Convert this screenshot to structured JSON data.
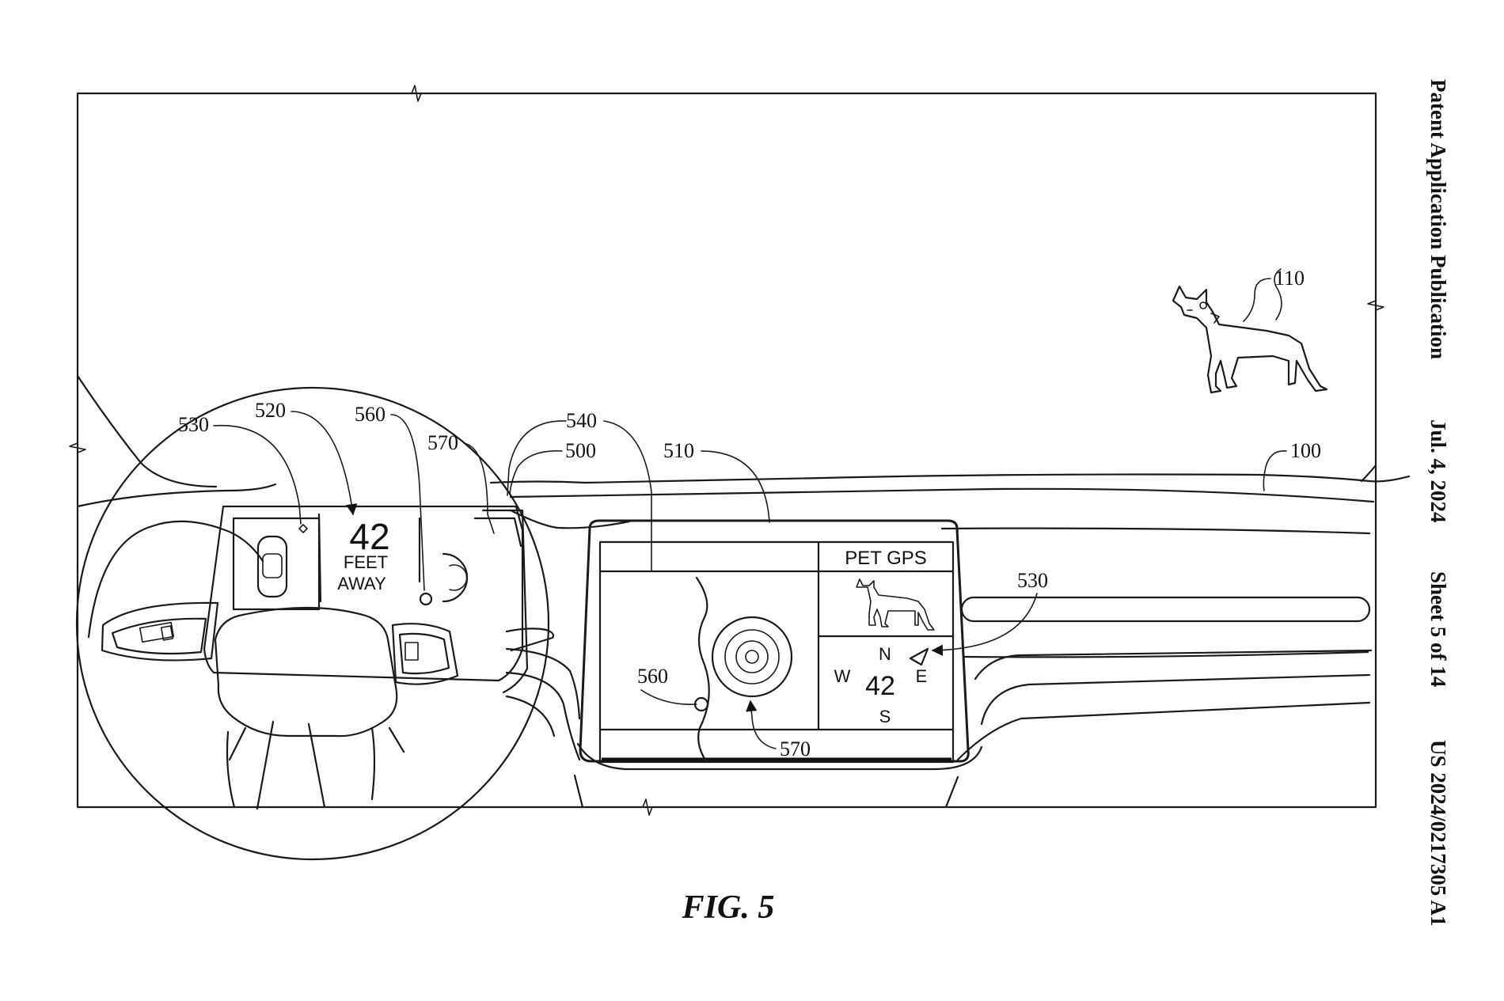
{
  "header": {
    "publication": "Patent Application Publication",
    "date": "Jul. 4, 2024",
    "sheet": "Sheet 5 of 14",
    "number": "US 2024/0217305 A1"
  },
  "figure": {
    "caption": "FIG. 5"
  },
  "cluster_display": {
    "distance_value": "42",
    "distance_unit_line1": "FEET",
    "distance_unit_line2": "AWAY"
  },
  "center_display": {
    "title": "PET GPS",
    "compass": {
      "north": "N",
      "east": "E",
      "south": "S",
      "west": "W"
    },
    "distance_value": "42"
  },
  "reference_labels": {
    "ref_110": "110",
    "ref_100": "100",
    "ref_530_cluster": "530",
    "ref_520": "520",
    "ref_560_cluster": "560",
    "ref_570_cluster": "570",
    "ref_540": "540",
    "ref_500": "500",
    "ref_510": "510",
    "ref_530_center": "530",
    "ref_560_map": "560",
    "ref_570_map": "570"
  }
}
